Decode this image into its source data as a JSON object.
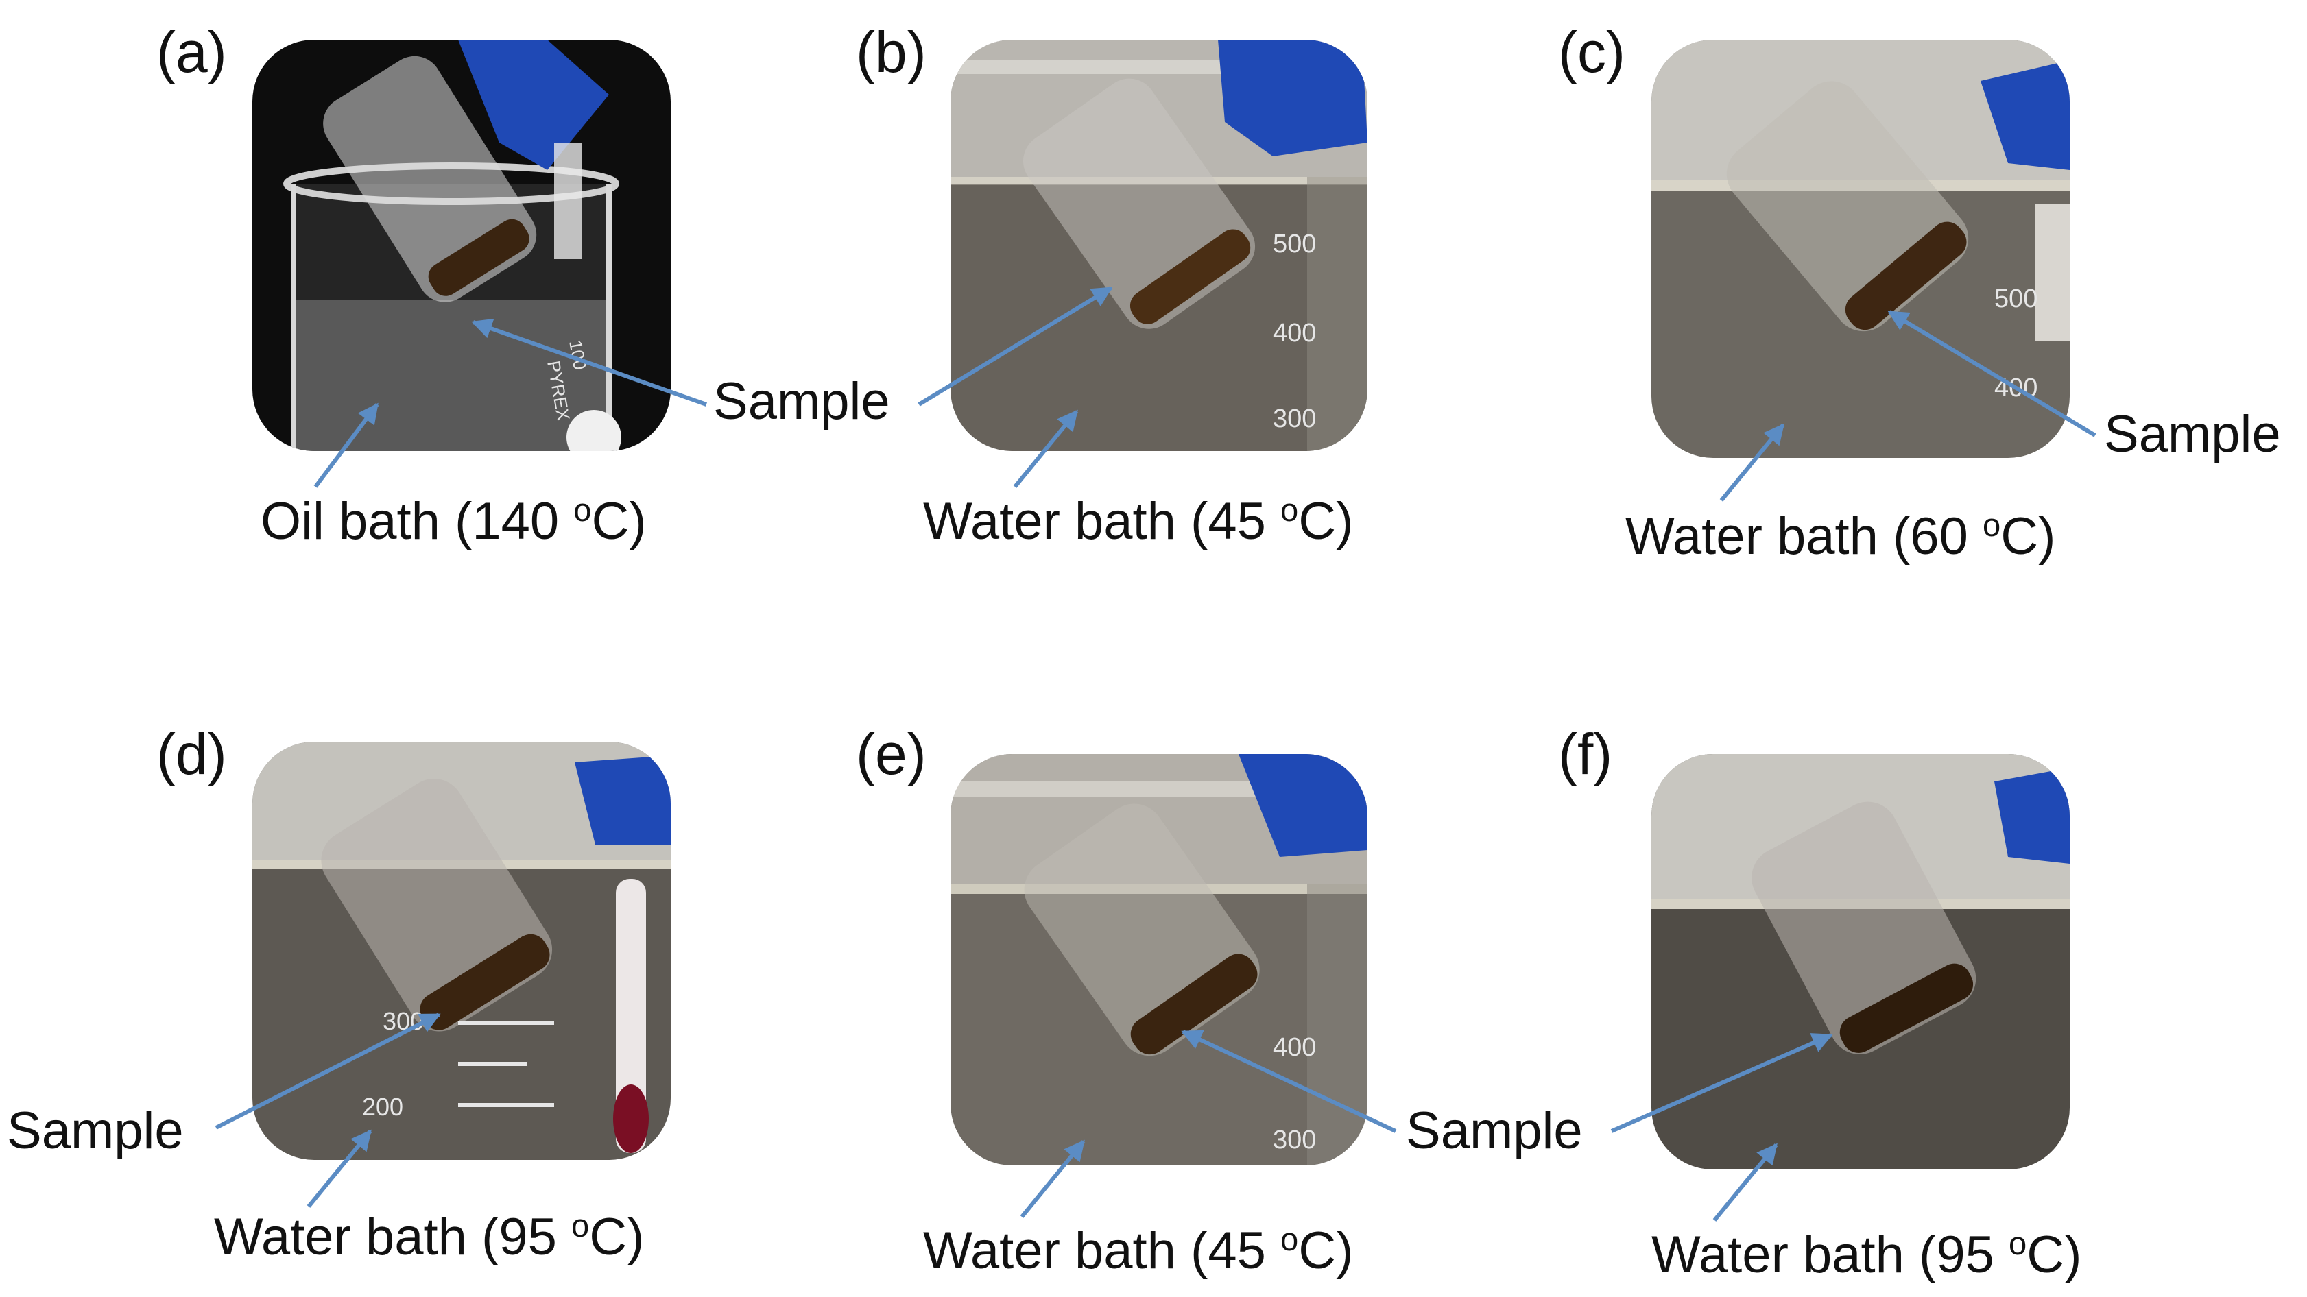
{
  "figure": {
    "panels": [
      {
        "letter": "(a)",
        "caption_prefix": "Oil bath (140 ",
        "caption_sup": "o",
        "caption_suffix": "C)",
        "bath": "oil",
        "sample_label": "Sample",
        "scale_marks": [
          "100",
          "PYREX"
        ]
      },
      {
        "letter": "(b)",
        "caption_prefix": "Water bath (45 ",
        "caption_sup": "o",
        "caption_suffix": "C)",
        "bath": "water",
        "sample_label": "Sample",
        "scale_marks": [
          "500",
          "400",
          "300"
        ]
      },
      {
        "letter": "(c)",
        "caption_prefix": "Water bath (60 ",
        "caption_sup": "o",
        "caption_suffix": "C)",
        "bath": "water",
        "sample_label": "Sample",
        "scale_marks": [
          "500",
          "400"
        ]
      },
      {
        "letter": "(d)",
        "caption_prefix": "Water bath (95 ",
        "caption_sup": "o",
        "caption_suffix": "C)",
        "bath": "water",
        "sample_label": "Sample",
        "scale_marks": [
          "300",
          "200"
        ]
      },
      {
        "letter": "(e)",
        "caption_prefix": "Water bath (45 ",
        "caption_sup": "o",
        "caption_suffix": "C)",
        "bath": "water",
        "sample_label": "Sample",
        "scale_marks": [
          "400",
          "300"
        ]
      },
      {
        "letter": "(f)",
        "caption_prefix": "Water bath (95 ",
        "caption_sup": "o",
        "caption_suffix": "C)",
        "bath": "water",
        "sample_label": "Sample",
        "scale_marks": []
      }
    ],
    "shared_sample_label": "Sample",
    "colors": {
      "arrow": "#5b8cc4",
      "glove": "#1f49b5",
      "sample": "#3a2410",
      "oil_bg": "#0d0d0d",
      "water_bg": "#6f6a63"
    }
  }
}
